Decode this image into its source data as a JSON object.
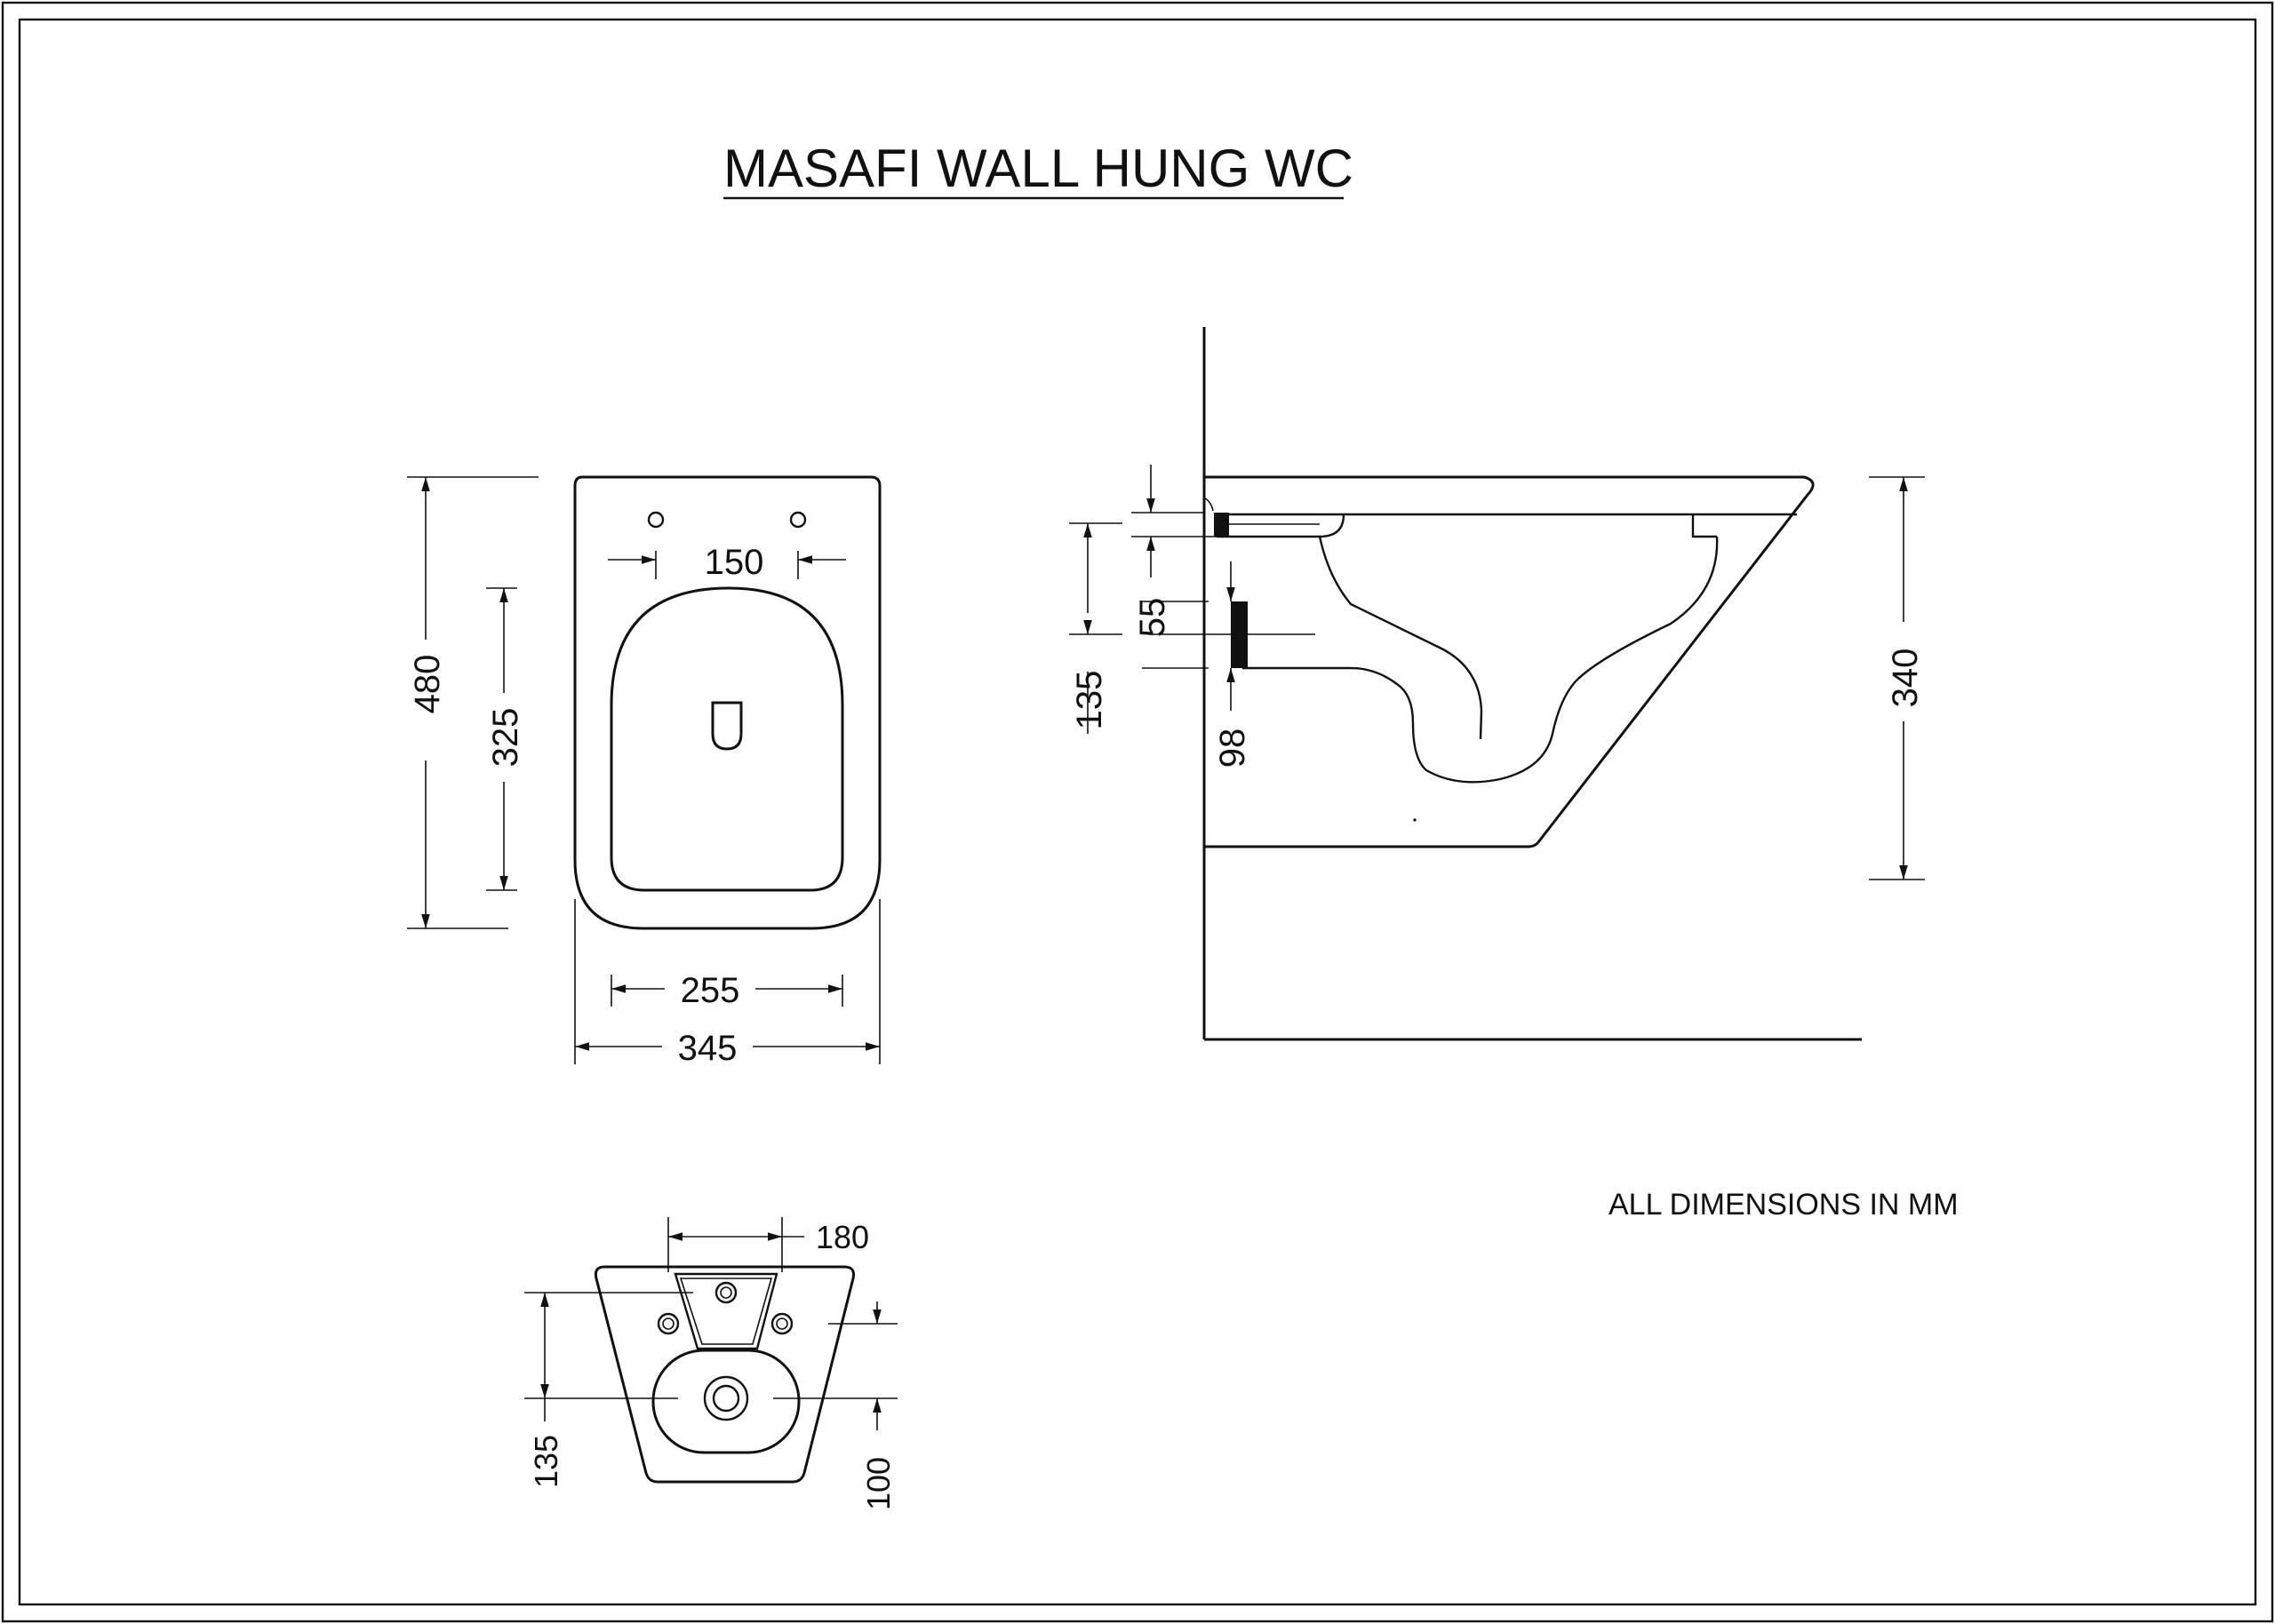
{
  "title": "MASAFI WALL HUNG WC",
  "note": "ALL DIMENSIONS IN MM",
  "top_view": {
    "dims": {
      "overall_length": "480",
      "seat_length": "325",
      "hole_spacing": "150",
      "inner_width": "255",
      "overall_width": "345"
    }
  },
  "side_view": {
    "dims": {
      "overall_height": "340",
      "fixing_height": "135",
      "outlet_offset": "55",
      "outlet_size": "98"
    }
  },
  "rear_view": {
    "dims": {
      "inlet_width": "180",
      "fixing_depth": "135",
      "outlet_height": "100"
    }
  },
  "colors": {
    "ink": "#111111",
    "paper": "#ffffff"
  }
}
